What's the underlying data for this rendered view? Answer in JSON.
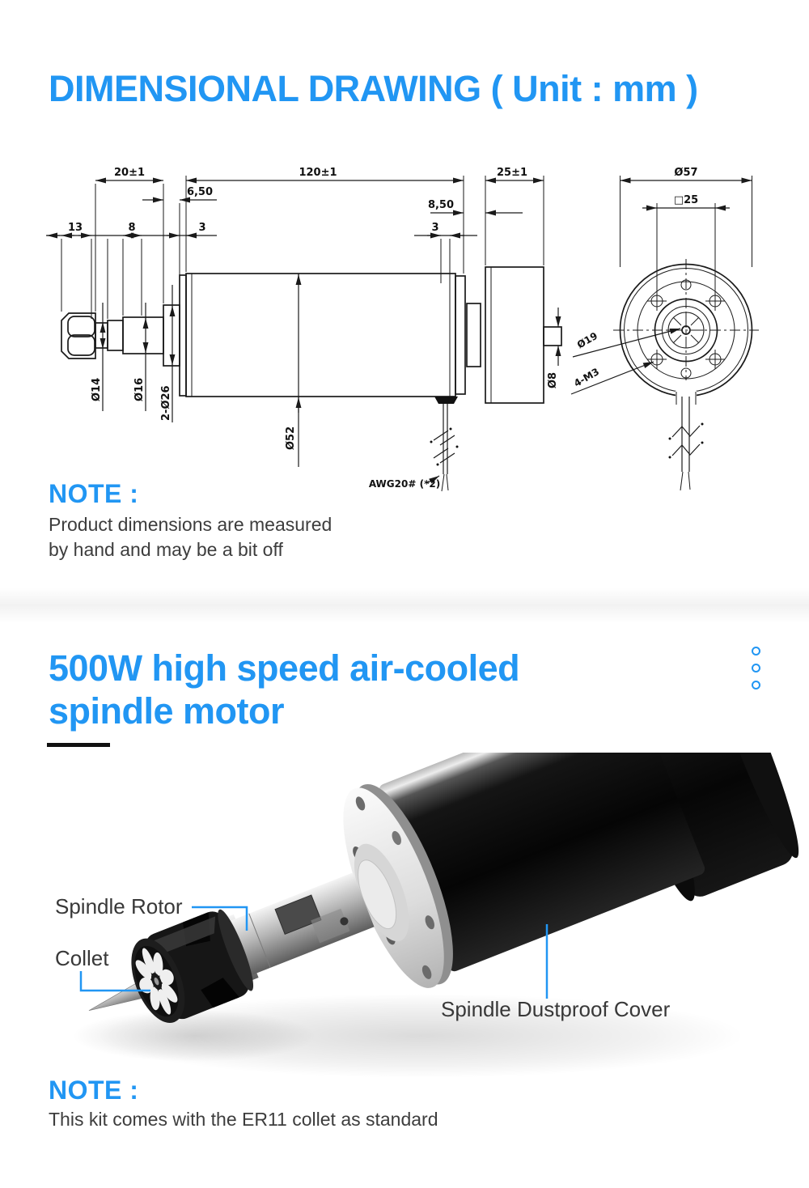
{
  "colors": {
    "accent_blue": "#2196f3",
    "body_text": "#3d3d3d",
    "drawing_line": "#1a1a1a",
    "motor_black": "#0a0a0a",
    "metal_silver": "#c9c9c9"
  },
  "dimensional": {
    "title": "DIMENSIONAL DRAWING ( Unit : mm )",
    "note": {
      "heading": "NOTE :",
      "line1": "Product dimensions are measured",
      "line2": "by hand and may be a bit off"
    },
    "drawing": {
      "dim_20": "20±1",
      "dim_120": "120±1",
      "dim_25": "25±1",
      "dim_6_50": "6,50",
      "dim_8_50": "8,50",
      "dim_13": "13",
      "dim_8": "8",
      "dim_3_left": "3",
      "dim_3_right": "3",
      "dia_14": "Ø14",
      "dia_16": "Ø16",
      "dia_2_26": "2-Ø26",
      "dia_52": "Ø52",
      "dia_8": "Ø8",
      "wire_label": "AWG20# (*2)",
      "dia_57": "Ø57",
      "sq_25": "□25",
      "dia_19": "Ø19",
      "thread_4m3": "4-M3"
    }
  },
  "product": {
    "title_line1": "500W high speed air-cooled",
    "title_line2": "spindle motor",
    "callouts": {
      "rotor": "Spindle Rotor",
      "collet": "Collet",
      "cover": "Spindle Dustproof Cover"
    },
    "note": {
      "heading": "NOTE :",
      "text": "This kit comes with the ER11 collet as standard"
    }
  }
}
